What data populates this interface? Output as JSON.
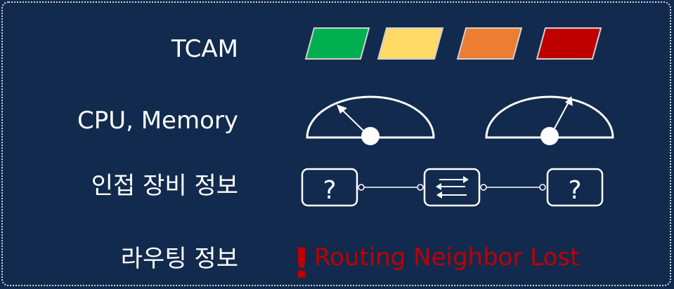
{
  "rows": {
    "tcam_label": "TCAM",
    "cpu_memory_label": "CPU, Memory",
    "neighbor_label": "인접 장비 정보",
    "routing_label": "라우팅 정보"
  },
  "tcam_levels": [
    {
      "color": "#00b050"
    },
    {
      "color": "#ffd966"
    },
    {
      "color": "#ed7d31"
    },
    {
      "color": "#c00000"
    }
  ],
  "neighbors": {
    "unknown_left": "?",
    "unknown_right": "?"
  },
  "routing": {
    "alert_symbol": "!",
    "status_text": "Routing Neighbor Lost",
    "status_color": "#c00000"
  }
}
